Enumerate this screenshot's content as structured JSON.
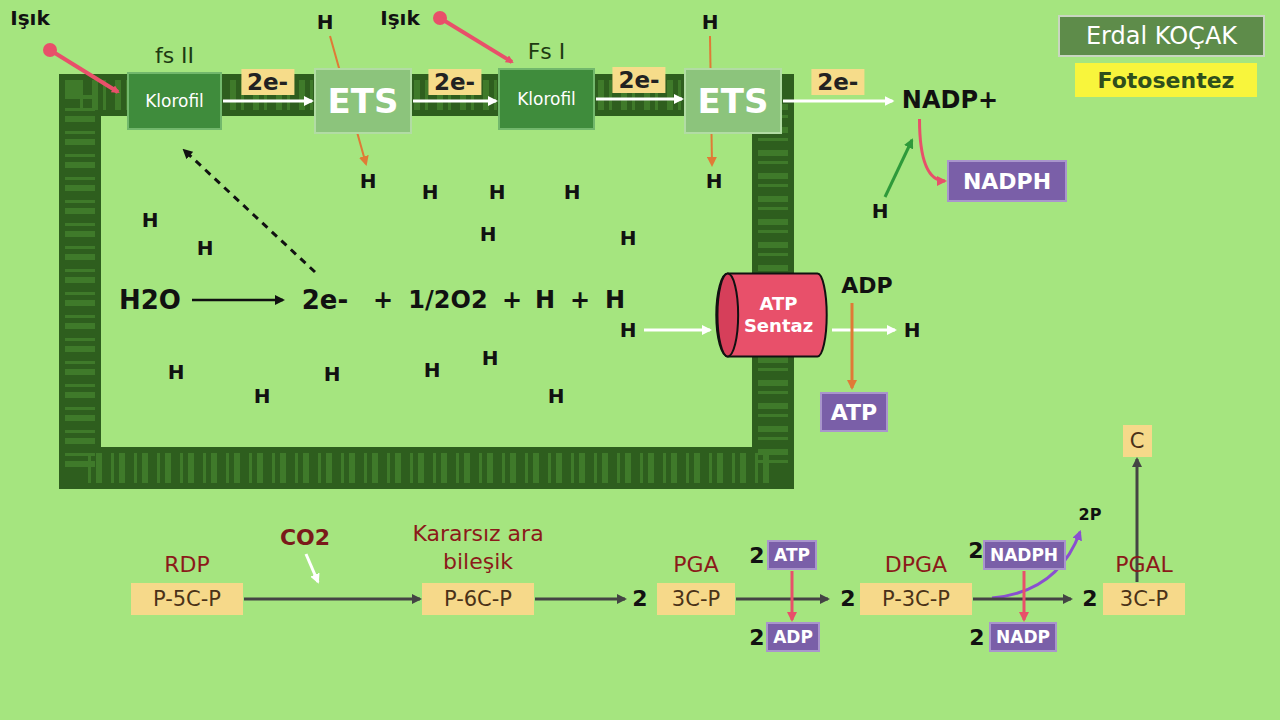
{
  "diagram": {
    "nodes": [
      {
        "text": [
          "fs II",
          "Klorofil"
        ]
      },
      {
        "text": [
          "ETS"
        ]
      },
      {
        "text": [
          "Fs I",
          "Klorofil"
        ]
      },
      {
        "text": [
          "ETS"
        ]
      },
      {
        "text": [
          "NADP+"
        ]
      },
      {
        "text": [
          "NADPH"
        ]
      },
      {
        "text": [
          "ATP Sentaz"
        ]
      },
      {
        "text": [
          "ATP"
        ]
      },
      {
        "text": [
          "Erdal KOÇAK"
        ]
      },
      {
        "text": [
          "Fotosentez"
        ]
      },
      {
        "text": [
          "RDP",
          "P-5C-P"
        ]
      },
      {
        "text": [
          "Kararsız ara bileşik",
          "P-6C-P"
        ]
      },
      {
        "text": [
          "PGA",
          "3C-P"
        ]
      },
      {
        "text": [
          "ATP"
        ]
      },
      {
        "text": [
          "ADP"
        ]
      },
      {
        "text": [
          "DPGA",
          "P-3C-P"
        ]
      },
      {
        "text": [
          "NADPH"
        ]
      },
      {
        "text": [
          "NADP"
        ]
      },
      {
        "text": [
          "PGAL",
          "3C-P"
        ]
      },
      {
        "text": [
          "C"
        ]
      }
    ],
    "edges": [
      {
        "from": 0,
        "to": 1,
        "label": "2e-",
        "arrow": "to"
      },
      {
        "from": 1,
        "to": 2,
        "label": "2e-",
        "arrow": "to"
      },
      {
        "from": 2,
        "to": 3,
        "label": "2e-",
        "arrow": "to"
      },
      {
        "from": 3,
        "to": 4,
        "label": "2e-",
        "arrow": "to"
      },
      {
        "from": 4,
        "to": 5,
        "arrow": "to"
      },
      {
        "from": 10,
        "to": 11,
        "arrow": "to"
      },
      {
        "from": 11,
        "to": 12,
        "arrow": "to"
      },
      {
        "from": 12,
        "to": 15,
        "arrow": "to"
      },
      {
        "from": 13,
        "to": 14,
        "arrow": "to"
      },
      {
        "from": 15,
        "to": 18,
        "arrow": "to"
      },
      {
        "from": 16,
        "to": 17,
        "arrow": "to"
      },
      {
        "from": 18,
        "to": 19,
        "arrow": "to"
      }
    ],
    "labels": [
      "Işık",
      "Işık",
      "H",
      "H",
      "H",
      "H",
      "H",
      "H",
      "H",
      "H",
      "H",
      "H",
      "H",
      "H",
      "H2O",
      "2e-",
      "+",
      "1/2O2",
      "+",
      "H",
      "+",
      "H",
      "H",
      "ADP",
      "H",
      "H",
      "H",
      "H",
      "H",
      "H",
      "H",
      "CO2",
      "2",
      "2",
      "2",
      "2",
      "2",
      "2",
      "2",
      "2P"
    ]
  }
}
